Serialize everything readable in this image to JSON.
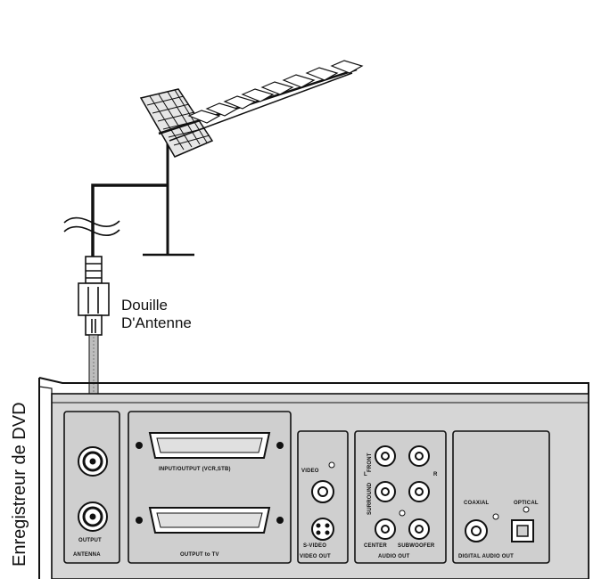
{
  "labels": {
    "socket_line1": "Douille",
    "socket_line2": "D'Antenne",
    "device": "Enregistreur de DVD"
  },
  "panel": {
    "antenna_section": "ANTENNA",
    "output_jack": "OUTPUT",
    "scart1": "INPUT/OUTPUT (VCR,STB)",
    "scart2": "OUTPUT to TV",
    "video_jack": "VIDEO",
    "svideo_jack": "S-VIDEO",
    "video_out": "VIDEO OUT",
    "left_channel": "L",
    "right_channel": "R",
    "front_label": "FRONT",
    "surround_label": "SURROUND",
    "center_label": "CENTER",
    "subwoofer_label": "SUBWOOFER",
    "audio_out": "AUDIO OUT",
    "coaxial": "COAXIAL",
    "optical": "OPTICAL",
    "digital_audio_out": "DIGITAL AUDIO OUT"
  },
  "colors": {
    "line": "#111111",
    "panel_fill": "#cfcfcf",
    "cable_fill": "#bdbdbd"
  }
}
